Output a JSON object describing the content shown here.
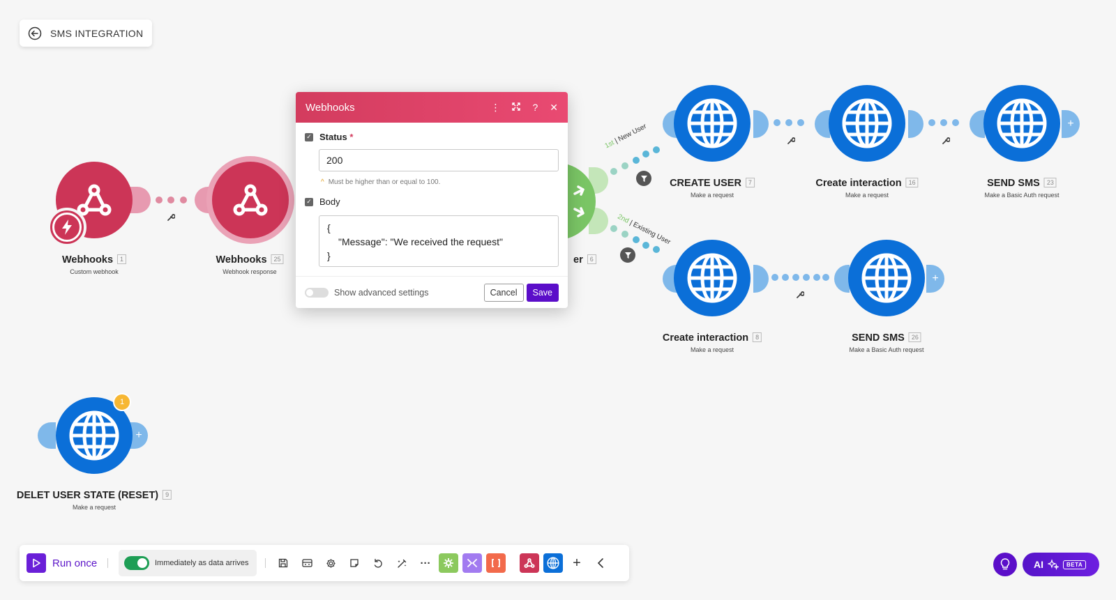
{
  "header": {
    "back_label": "SMS INTEGRATION"
  },
  "nodes": {
    "webhooks_trigger": {
      "title": "Webhooks",
      "num": "1",
      "sub": "Custom webhook"
    },
    "webhooks_response": {
      "title": "Webhooks",
      "num": "25",
      "sub": "Webhook response"
    },
    "router": {
      "title_partial": "er",
      "num": "6"
    },
    "create_user": {
      "title": "CREATE USER",
      "num": "7",
      "sub": "Make a request"
    },
    "create_interaction_top": {
      "title": "Create interaction",
      "num": "16",
      "sub": "Make a request"
    },
    "send_sms_top": {
      "title": "SEND SMS",
      "num": "23",
      "sub": "Make a Basic Auth request"
    },
    "create_interaction_bottom": {
      "title": "Create interaction",
      "num": "8",
      "sub": "Make a request"
    },
    "send_sms_bottom": {
      "title": "SEND SMS",
      "num": "26",
      "sub": "Make a Basic Auth request"
    },
    "delete_user_state": {
      "title": "DELET USER STATE (RESET)",
      "num": "9",
      "sub": "Make a request",
      "badge": "1"
    }
  },
  "routes": {
    "first": {
      "order": "1st",
      "name": "New User"
    },
    "second": {
      "order": "2nd",
      "name": "Existing User"
    }
  },
  "dialog": {
    "title": "Webhooks",
    "status_label": "Status",
    "required_mark": "*",
    "status_value": "200",
    "status_hint": "Must be higher than or equal to 100.",
    "body_label": "Body",
    "body_lines": [
      "{",
      "\"Message\": \"We received the request\"",
      "}"
    ],
    "advanced_label": "Show advanced settings",
    "cancel_label": "Cancel",
    "save_label": "Save"
  },
  "toolbar": {
    "run_label": "Run once",
    "schedule_label": "Immediately as data arrives"
  },
  "ai": {
    "label": "AI",
    "beta": "BETA"
  },
  "colors": {
    "webhook_red": "#cc3557",
    "http_blue": "#0b6fd8",
    "router_green": "#7ac565",
    "brand_purple": "#5b0ec9"
  }
}
